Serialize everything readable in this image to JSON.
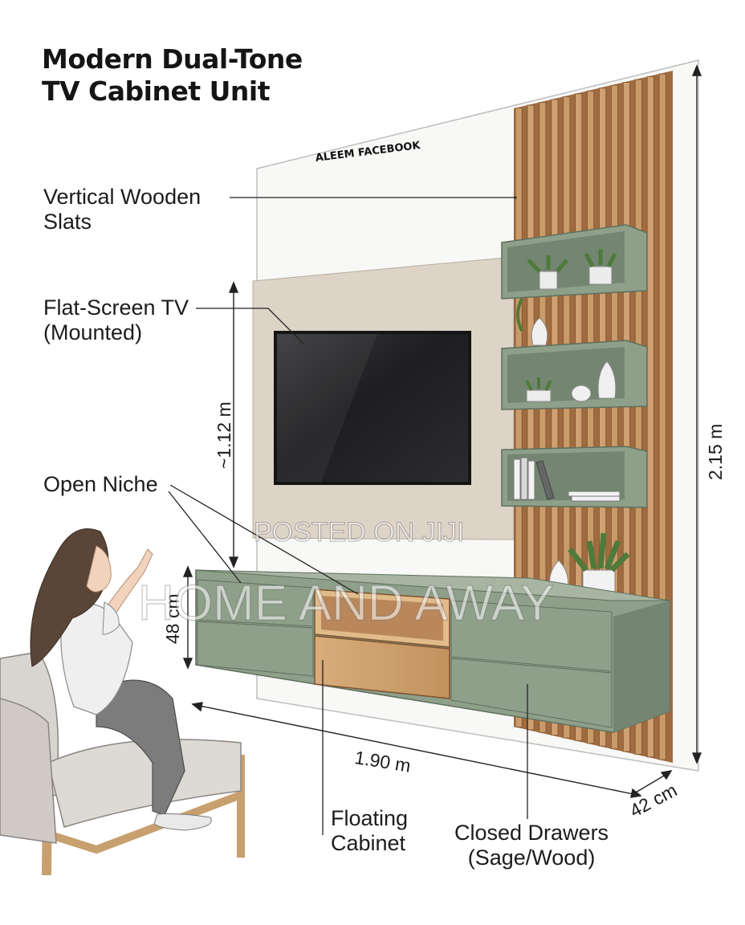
{
  "title": {
    "line1": "Modern Dual-Tone",
    "line2": "TV Cabinet Unit"
  },
  "brand_mark": "ALEEM FACEBOOK",
  "callouts": {
    "slats": {
      "line1": "Vertical Wooden",
      "line2": "Slats"
    },
    "tv": {
      "line1": "Flat-Screen TV",
      "line2": "(Mounted)"
    },
    "niche": {
      "line1": "Open Niche"
    },
    "floating": {
      "line1": "Floating",
      "line2": "Cabinet"
    },
    "drawers": {
      "line1": "Closed Drawers",
      "line2": "(Sage/Wood)"
    }
  },
  "dimensions": {
    "tv_height": "~1.12 m",
    "total_height": "2.15 m",
    "cabinet_height": "48 cm",
    "cabinet_width": "1.90 m",
    "cabinet_depth": "42 cm"
  },
  "watermarks": {
    "posted": "POSTED ON JIJI",
    "shop": "HOME AND AWAY"
  },
  "colors": {
    "sage": "#8e9f8a",
    "sage_dark": "#748671",
    "wood": "#c99b68",
    "wood_dark": "#8a5a33",
    "beige_panel": "#ddd3c7",
    "tv": "#2a2a2c",
    "wall": "#f8f8f6"
  }
}
